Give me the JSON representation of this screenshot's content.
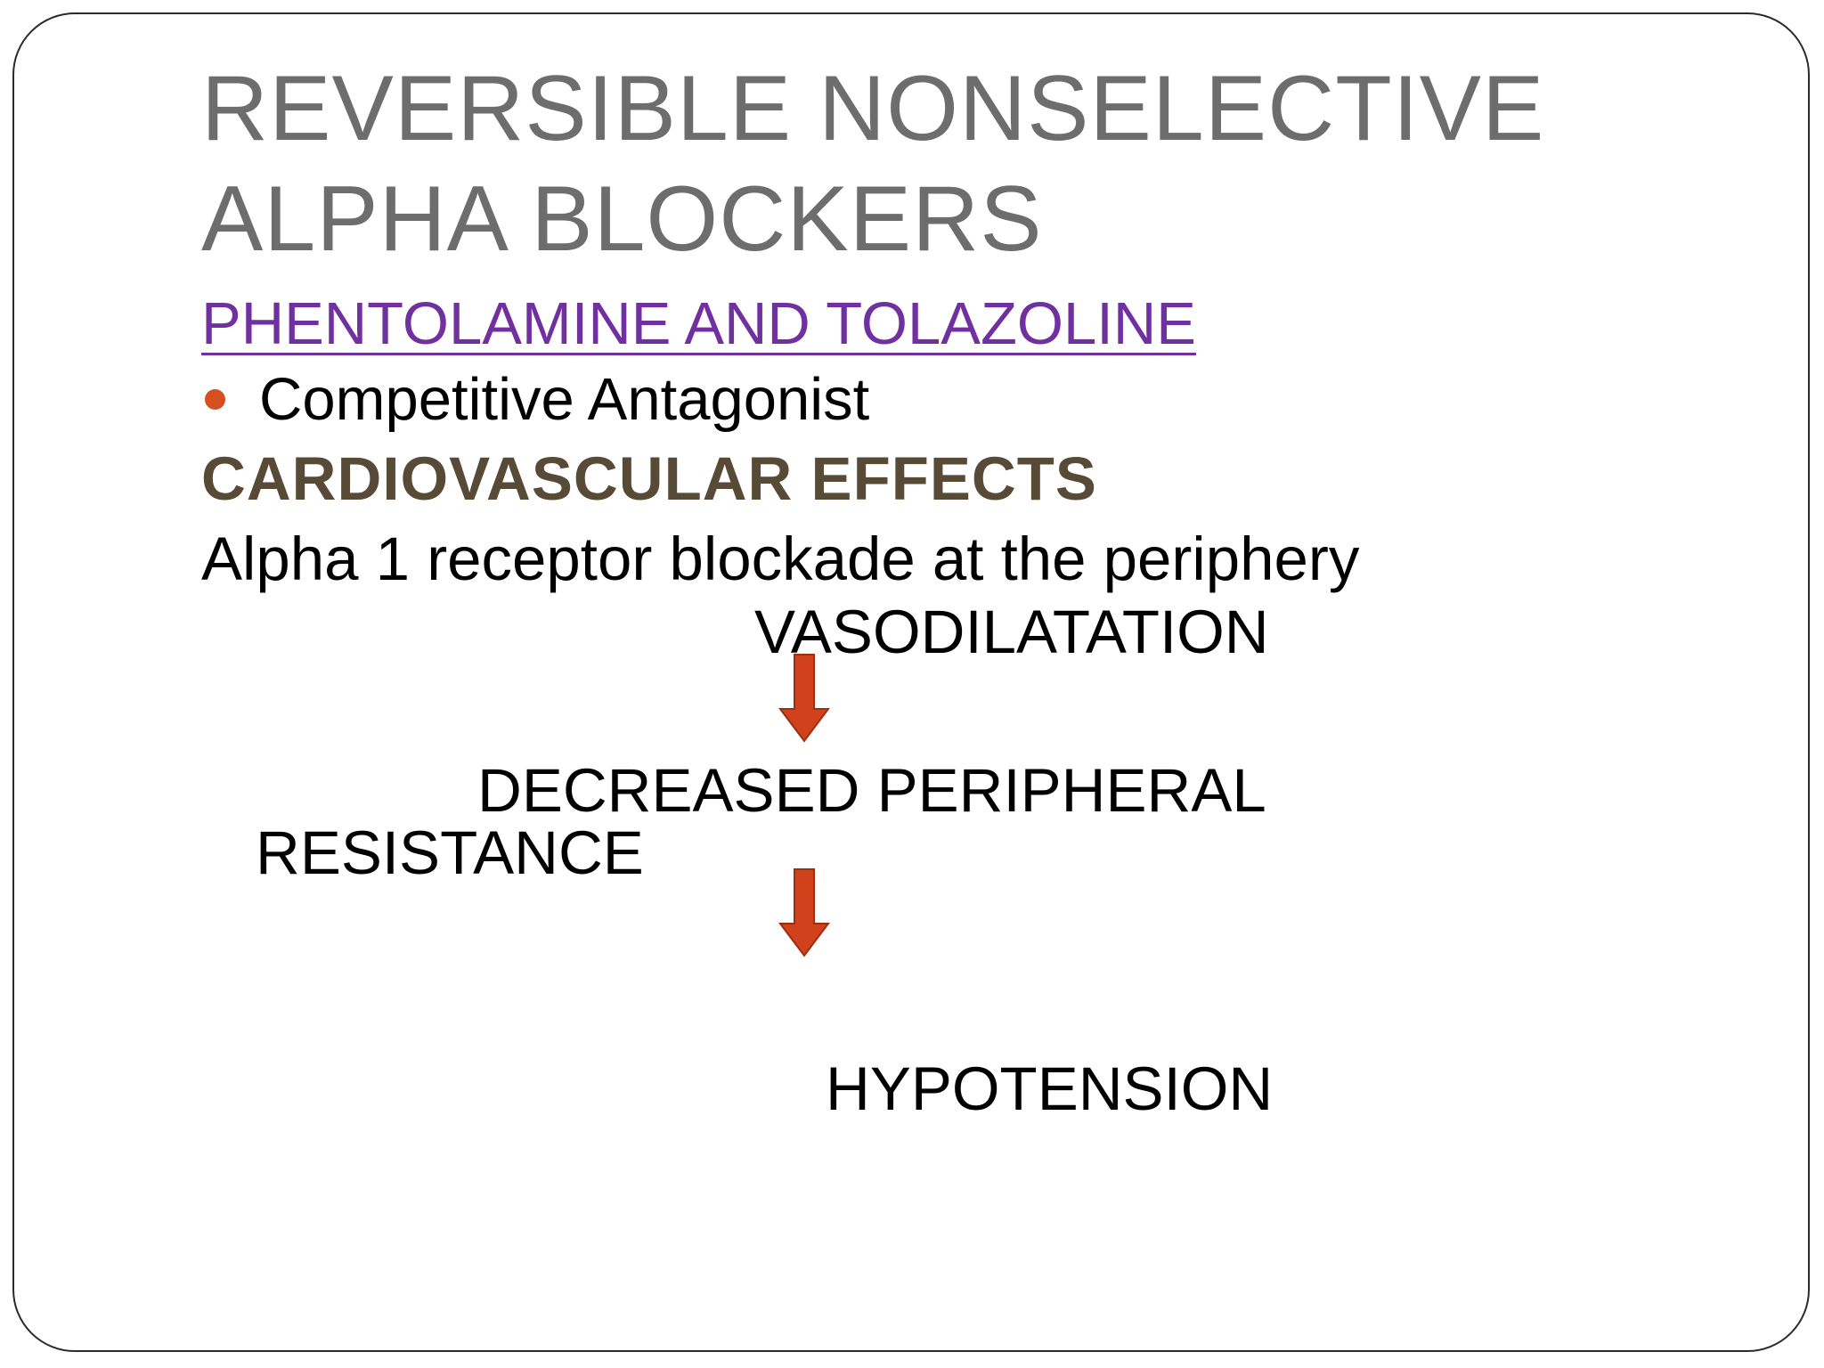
{
  "slide": {
    "title_line1": "REVERSIBLE  NONSELECTIVE",
    "title_line2": "ALPHA  BLOCKERS",
    "subheading": "PHENTOLAMINE  AND  TOLAZOLINE",
    "bullet": "Competitive Antagonist",
    "section_heading": "CARDIOVASCULAR  EFFECTS",
    "body_line": "Alpha 1 receptor blockade at the periphery",
    "flow": {
      "step1": "VASODILATATION",
      "step2_line1": "DECREASED PERIPHERAL",
      "step2_line2": "RESISTANCE",
      "step3": "HYPOTENSION"
    },
    "icons": {
      "bullet": "bullet-dot-icon",
      "arrow": "down-arrow-icon"
    },
    "colors": {
      "title": "#6d6d6d",
      "subheading": "#7030a0",
      "section_heading": "#574a36",
      "bullet": "#d64f20",
      "arrow_fill": "#d1411c",
      "arrow_stroke": "#9c2f12",
      "border": "#2b2b2b"
    }
  }
}
